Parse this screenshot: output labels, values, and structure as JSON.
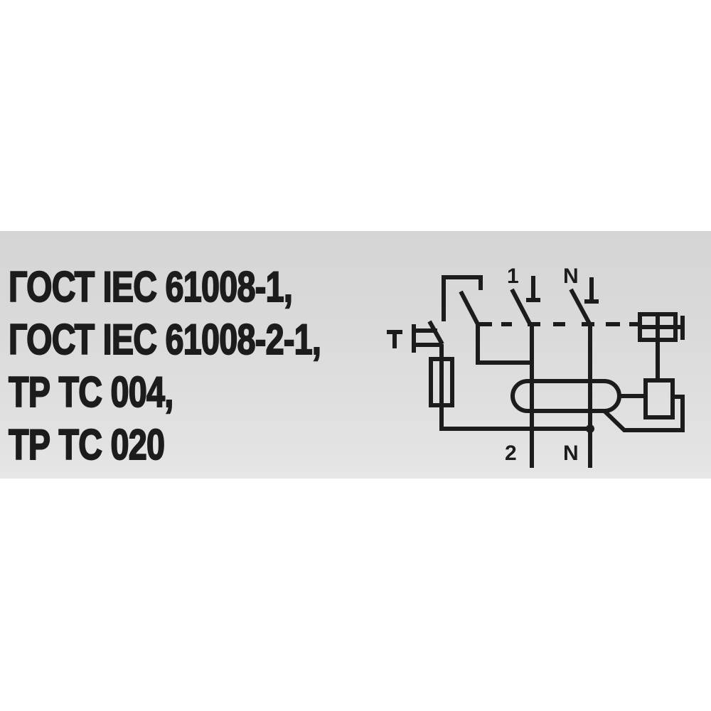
{
  "label": {
    "standards": [
      "ГОСТ IEC 61008-1,",
      "ГОСТ IEC 61008-2-1,",
      "ТР ТС 004,",
      "ТР ТС 020"
    ]
  },
  "diagram": {
    "type": "RCCB 2-pole circuit schematic",
    "terminal_labels": {
      "top_phase": "1",
      "top_neutral": "N",
      "bottom_phase": "2",
      "bottom_neutral": "N",
      "test_button": "T"
    },
    "colors": {
      "ink": "#1c1c1c",
      "background": "#dadada"
    }
  }
}
